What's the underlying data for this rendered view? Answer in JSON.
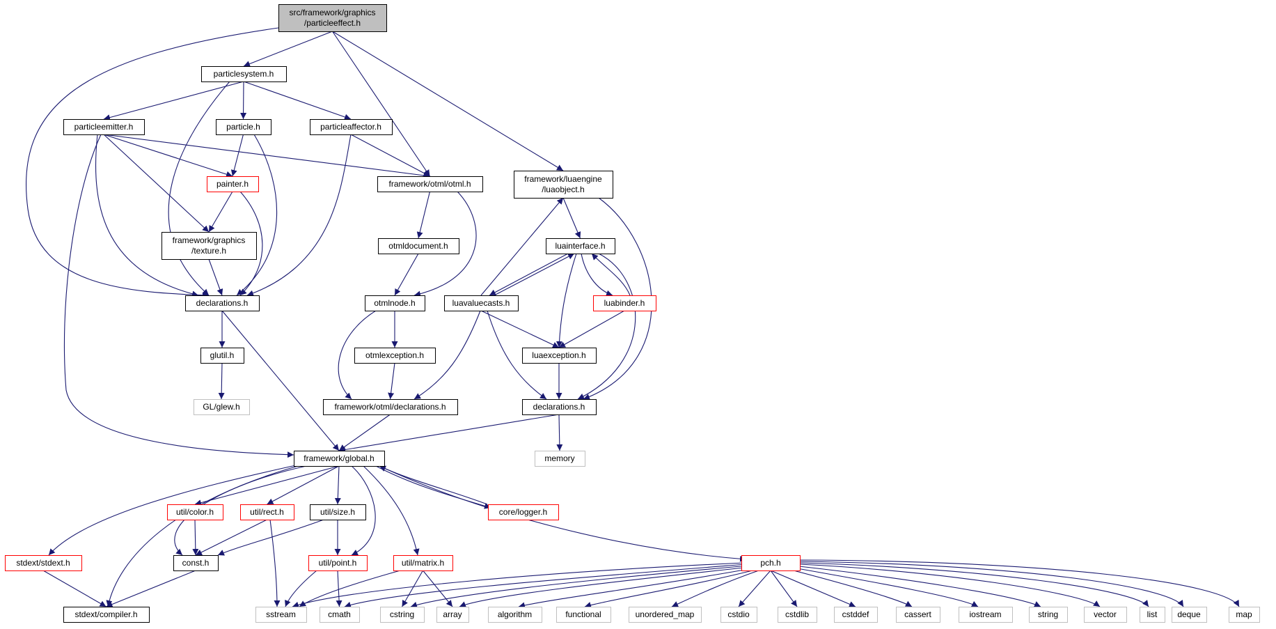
{
  "diagram": {
    "colors": {
      "edge": "#191970",
      "background": "#ffffff",
      "root_fill": "#bfbfbf",
      "node_border": "#000000",
      "truncated_border": "#ff0000",
      "system_border": "#bfbfbf",
      "label": "#000000",
      "system_label": "#404040"
    },
    "nodes": [
      {
        "id": "particleeffect",
        "lines": [
          "src/framework/graphics",
          "/particleeffect.h"
        ],
        "kind": "root"
      },
      {
        "id": "particlesystem",
        "lines": [
          "particlesystem.h"
        ],
        "kind": "normal"
      },
      {
        "id": "particleemitter",
        "lines": [
          "particleemitter.h"
        ],
        "kind": "normal"
      },
      {
        "id": "particle",
        "lines": [
          "particle.h"
        ],
        "kind": "normal"
      },
      {
        "id": "particleaffector",
        "lines": [
          "particleaffector.h"
        ],
        "kind": "normal"
      },
      {
        "id": "painter",
        "lines": [
          "painter.h"
        ],
        "kind": "truncated"
      },
      {
        "id": "texture",
        "lines": [
          "framework/graphics",
          "/texture.h"
        ],
        "kind": "normal"
      },
      {
        "id": "gdecl",
        "lines": [
          "declarations.h"
        ],
        "kind": "normal"
      },
      {
        "id": "glutil",
        "lines": [
          "glutil.h"
        ],
        "kind": "normal"
      },
      {
        "id": "glew",
        "lines": [
          "GL/glew.h"
        ],
        "kind": "system"
      },
      {
        "id": "otml",
        "lines": [
          "framework/otml/otml.h"
        ],
        "kind": "normal"
      },
      {
        "id": "otmldocument",
        "lines": [
          "otmldocument.h"
        ],
        "kind": "normal"
      },
      {
        "id": "otmlnode",
        "lines": [
          "otmlnode.h"
        ],
        "kind": "normal"
      },
      {
        "id": "otmlexception",
        "lines": [
          "otmlexception.h"
        ],
        "kind": "normal"
      },
      {
        "id": "otmldecl",
        "lines": [
          "framework/otml/declarations.h"
        ],
        "kind": "normal"
      },
      {
        "id": "luaobject",
        "lines": [
          "framework/luaengine",
          "/luaobject.h"
        ],
        "kind": "normal"
      },
      {
        "id": "luainterface",
        "lines": [
          "luainterface.h"
        ],
        "kind": "normal"
      },
      {
        "id": "luavaluecasts",
        "lines": [
          "luavaluecasts.h"
        ],
        "kind": "normal"
      },
      {
        "id": "luabinder",
        "lines": [
          "luabinder.h"
        ],
        "kind": "truncated"
      },
      {
        "id": "luaexception",
        "lines": [
          "luaexception.h"
        ],
        "kind": "normal"
      },
      {
        "id": "ldecl",
        "lines": [
          "declarations.h"
        ],
        "kind": "normal"
      },
      {
        "id": "memory",
        "lines": [
          "memory"
        ],
        "kind": "system"
      },
      {
        "id": "global",
        "lines": [
          "framework/global.h"
        ],
        "kind": "normal"
      },
      {
        "id": "color",
        "lines": [
          "util/color.h"
        ],
        "kind": "truncated"
      },
      {
        "id": "rect",
        "lines": [
          "util/rect.h"
        ],
        "kind": "truncated"
      },
      {
        "id": "size",
        "lines": [
          "util/size.h"
        ],
        "kind": "normal"
      },
      {
        "id": "logger",
        "lines": [
          "core/logger.h"
        ],
        "kind": "truncated"
      },
      {
        "id": "stdext",
        "lines": [
          "stdext/stdext.h"
        ],
        "kind": "truncated"
      },
      {
        "id": "consth",
        "lines": [
          "const.h"
        ],
        "kind": "normal"
      },
      {
        "id": "point",
        "lines": [
          "util/point.h"
        ],
        "kind": "truncated"
      },
      {
        "id": "matrix",
        "lines": [
          "util/matrix.h"
        ],
        "kind": "truncated"
      },
      {
        "id": "pch",
        "lines": [
          "pch.h"
        ],
        "kind": "truncated"
      },
      {
        "id": "compiler",
        "lines": [
          "stdext/compiler.h"
        ],
        "kind": "normal"
      },
      {
        "id": "sstream",
        "lines": [
          "sstream"
        ],
        "kind": "system"
      },
      {
        "id": "cmath",
        "lines": [
          "cmath"
        ],
        "kind": "system"
      },
      {
        "id": "cstring",
        "lines": [
          "cstring"
        ],
        "kind": "system"
      },
      {
        "id": "array",
        "lines": [
          "array"
        ],
        "kind": "system"
      },
      {
        "id": "algorithm",
        "lines": [
          "algorithm"
        ],
        "kind": "system"
      },
      {
        "id": "functional",
        "lines": [
          "functional"
        ],
        "kind": "system"
      },
      {
        "id": "unordered_map",
        "lines": [
          "unordered_map"
        ],
        "kind": "system"
      },
      {
        "id": "cstdio",
        "lines": [
          "cstdio"
        ],
        "kind": "system"
      },
      {
        "id": "cstdlib",
        "lines": [
          "cstdlib"
        ],
        "kind": "system"
      },
      {
        "id": "cstddef",
        "lines": [
          "cstddef"
        ],
        "kind": "system"
      },
      {
        "id": "cassert",
        "lines": [
          "cassert"
        ],
        "kind": "system"
      },
      {
        "id": "iostream",
        "lines": [
          "iostream"
        ],
        "kind": "system"
      },
      {
        "id": "string",
        "lines": [
          "string"
        ],
        "kind": "system"
      },
      {
        "id": "vector",
        "lines": [
          "vector"
        ],
        "kind": "system"
      },
      {
        "id": "list",
        "lines": [
          "list"
        ],
        "kind": "system"
      },
      {
        "id": "deque",
        "lines": [
          "deque"
        ],
        "kind": "system"
      },
      {
        "id": "map",
        "lines": [
          "map"
        ],
        "kind": "system"
      }
    ],
    "edges": [
      [
        "particleeffect",
        "particlesystem"
      ],
      [
        "particleeffect",
        "gdecl"
      ],
      [
        "particleeffect",
        "otml"
      ],
      [
        "particleeffect",
        "luaobject"
      ],
      [
        "particlesystem",
        "particleemitter"
      ],
      [
        "particlesystem",
        "particle"
      ],
      [
        "particlesystem",
        "particleaffector"
      ],
      [
        "particlesystem",
        "gdecl"
      ],
      [
        "particleemitter",
        "painter"
      ],
      [
        "particleemitter",
        "texture"
      ],
      [
        "particleemitter",
        "gdecl"
      ],
      [
        "particleemitter",
        "otml"
      ],
      [
        "particleemitter",
        "global"
      ],
      [
        "particle",
        "painter"
      ],
      [
        "particle",
        "gdecl"
      ],
      [
        "particleaffector",
        "otml"
      ],
      [
        "particleaffector",
        "gdecl"
      ],
      [
        "painter",
        "texture"
      ],
      [
        "painter",
        "gdecl"
      ],
      [
        "texture",
        "gdecl"
      ],
      [
        "gdecl",
        "glutil"
      ],
      [
        "gdecl",
        "global"
      ],
      [
        "glutil",
        "glew"
      ],
      [
        "otml",
        "otmldocument"
      ],
      [
        "otml",
        "otmlnode"
      ],
      [
        "otmldocument",
        "otmlnode"
      ],
      [
        "otmlnode",
        "otmlexception"
      ],
      [
        "otmlnode",
        "otmldecl"
      ],
      [
        "otmlexception",
        "otmldecl"
      ],
      [
        "otmldecl",
        "global"
      ],
      [
        "luaobject",
        "luainterface"
      ],
      [
        "luaobject",
        "ldecl"
      ],
      [
        "luainterface",
        "luavaluecasts"
      ],
      [
        "luainterface",
        "luabinder"
      ],
      [
        "luainterface",
        "luaexception"
      ],
      [
        "luainterface",
        "ldecl"
      ],
      [
        "luavaluecasts",
        "luaobject"
      ],
      [
        "luavaluecasts",
        "luainterface"
      ],
      [
        "luavaluecasts",
        "luaexception"
      ],
      [
        "luavaluecasts",
        "ldecl"
      ],
      [
        "luavaluecasts",
        "otmldecl"
      ],
      [
        "luabinder",
        "luainterface"
      ],
      [
        "luabinder",
        "luaexception"
      ],
      [
        "luaexception",
        "ldecl"
      ],
      [
        "ldecl",
        "global"
      ],
      [
        "ldecl",
        "memory"
      ],
      [
        "global",
        "stdext"
      ],
      [
        "global",
        "compiler"
      ],
      [
        "global",
        "consth"
      ],
      [
        "global",
        "color"
      ],
      [
        "global",
        "rect"
      ],
      [
        "global",
        "size"
      ],
      [
        "global",
        "point"
      ],
      [
        "global",
        "matrix"
      ],
      [
        "global",
        "logger"
      ],
      [
        "global",
        "pch"
      ],
      [
        "logger",
        "global"
      ],
      [
        "color",
        "consth"
      ],
      [
        "rect",
        "consth"
      ],
      [
        "rect",
        "sstream"
      ],
      [
        "size",
        "consth"
      ],
      [
        "size",
        "point"
      ],
      [
        "stdext",
        "compiler"
      ],
      [
        "consth",
        "compiler"
      ],
      [
        "point",
        "sstream"
      ],
      [
        "point",
        "cmath"
      ],
      [
        "matrix",
        "sstream"
      ],
      [
        "matrix",
        "cstring"
      ],
      [
        "matrix",
        "array"
      ],
      [
        "pch",
        "sstream"
      ],
      [
        "pch",
        "cmath"
      ],
      [
        "pch",
        "cstring"
      ],
      [
        "pch",
        "array"
      ],
      [
        "pch",
        "algorithm"
      ],
      [
        "pch",
        "functional"
      ],
      [
        "pch",
        "unordered_map"
      ],
      [
        "pch",
        "cstdio"
      ],
      [
        "pch",
        "cstdlib"
      ],
      [
        "pch",
        "cstddef"
      ],
      [
        "pch",
        "cassert"
      ],
      [
        "pch",
        "iostream"
      ],
      [
        "pch",
        "string"
      ],
      [
        "pch",
        "vector"
      ],
      [
        "pch",
        "list"
      ],
      [
        "pch",
        "deque"
      ],
      [
        "pch",
        "map"
      ]
    ]
  }
}
